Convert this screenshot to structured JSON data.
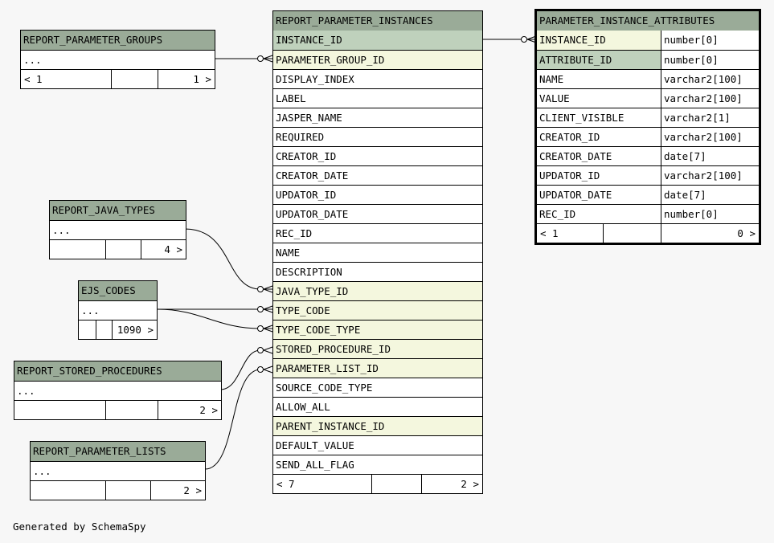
{
  "report_parameter_groups": {
    "title": "REPORT_PARAMETER_GROUPS",
    "ellipsis": "...",
    "parents": "< 1",
    "children": "1 >"
  },
  "report_java_types": {
    "title": "REPORT_JAVA_TYPES",
    "ellipsis": "...",
    "children": "4 >"
  },
  "ejs_codes": {
    "title": "EJS_CODES",
    "ellipsis": "...",
    "children": "1090 >"
  },
  "report_stored_procedures": {
    "title": "REPORT_STORED_PROCEDURES",
    "ellipsis": "...",
    "children": "2 >"
  },
  "report_parameter_lists": {
    "title": "REPORT_PARAMETER_LISTS",
    "ellipsis": "...",
    "children": "2 >"
  },
  "report_parameter_instances": {
    "title": "REPORT_PARAMETER_INSTANCES",
    "columns": [
      {
        "name": "INSTANCE_ID",
        "kind": "pk"
      },
      {
        "name": "PARAMETER_GROUP_ID",
        "kind": "fk"
      },
      {
        "name": "DISPLAY_INDEX",
        "kind": ""
      },
      {
        "name": "LABEL",
        "kind": ""
      },
      {
        "name": "JASPER_NAME",
        "kind": ""
      },
      {
        "name": "REQUIRED",
        "kind": ""
      },
      {
        "name": "CREATOR_ID",
        "kind": ""
      },
      {
        "name": "CREATOR_DATE",
        "kind": ""
      },
      {
        "name": "UPDATOR_ID",
        "kind": ""
      },
      {
        "name": "UPDATOR_DATE",
        "kind": ""
      },
      {
        "name": "REC_ID",
        "kind": ""
      },
      {
        "name": "NAME",
        "kind": ""
      },
      {
        "name": "DESCRIPTION",
        "kind": ""
      },
      {
        "name": "JAVA_TYPE_ID",
        "kind": "fk"
      },
      {
        "name": "TYPE_CODE",
        "kind": "fk"
      },
      {
        "name": "TYPE_CODE_TYPE",
        "kind": "fk"
      },
      {
        "name": "STORED_PROCEDURE_ID",
        "kind": "fk"
      },
      {
        "name": "PARAMETER_LIST_ID",
        "kind": "fk"
      },
      {
        "name": "SOURCE_CODE_TYPE",
        "kind": ""
      },
      {
        "name": "ALLOW_ALL",
        "kind": ""
      },
      {
        "name": "PARENT_INSTANCE_ID",
        "kind": "fk"
      },
      {
        "name": "DEFAULT_VALUE",
        "kind": ""
      },
      {
        "name": "SEND_ALL_FLAG",
        "kind": ""
      }
    ],
    "parents": "< 7",
    "children": "2 >"
  },
  "parameter_instance_attributes": {
    "title": "PARAMETER_INSTANCE_ATTRIBUTES",
    "columns": [
      {
        "name": "INSTANCE_ID",
        "type": "number[0]",
        "kind": "fk"
      },
      {
        "name": "ATTRIBUTE_ID",
        "type": "number[0]",
        "kind": "pk"
      },
      {
        "name": "NAME",
        "type": "varchar2[100]",
        "kind": ""
      },
      {
        "name": "VALUE",
        "type": "varchar2[100]",
        "kind": ""
      },
      {
        "name": "CLIENT_VISIBLE",
        "type": "varchar2[1]",
        "kind": ""
      },
      {
        "name": "CREATOR_ID",
        "type": "varchar2[100]",
        "kind": ""
      },
      {
        "name": "CREATOR_DATE",
        "type": "date[7]",
        "kind": ""
      },
      {
        "name": "UPDATOR_ID",
        "type": "varchar2[100]",
        "kind": ""
      },
      {
        "name": "UPDATOR_DATE",
        "type": "date[7]",
        "kind": ""
      },
      {
        "name": "REC_ID",
        "type": "number[0]",
        "kind": ""
      }
    ],
    "parents": "< 1",
    "children": "0 >"
  },
  "footer": "Generated by SchemaSpy"
}
